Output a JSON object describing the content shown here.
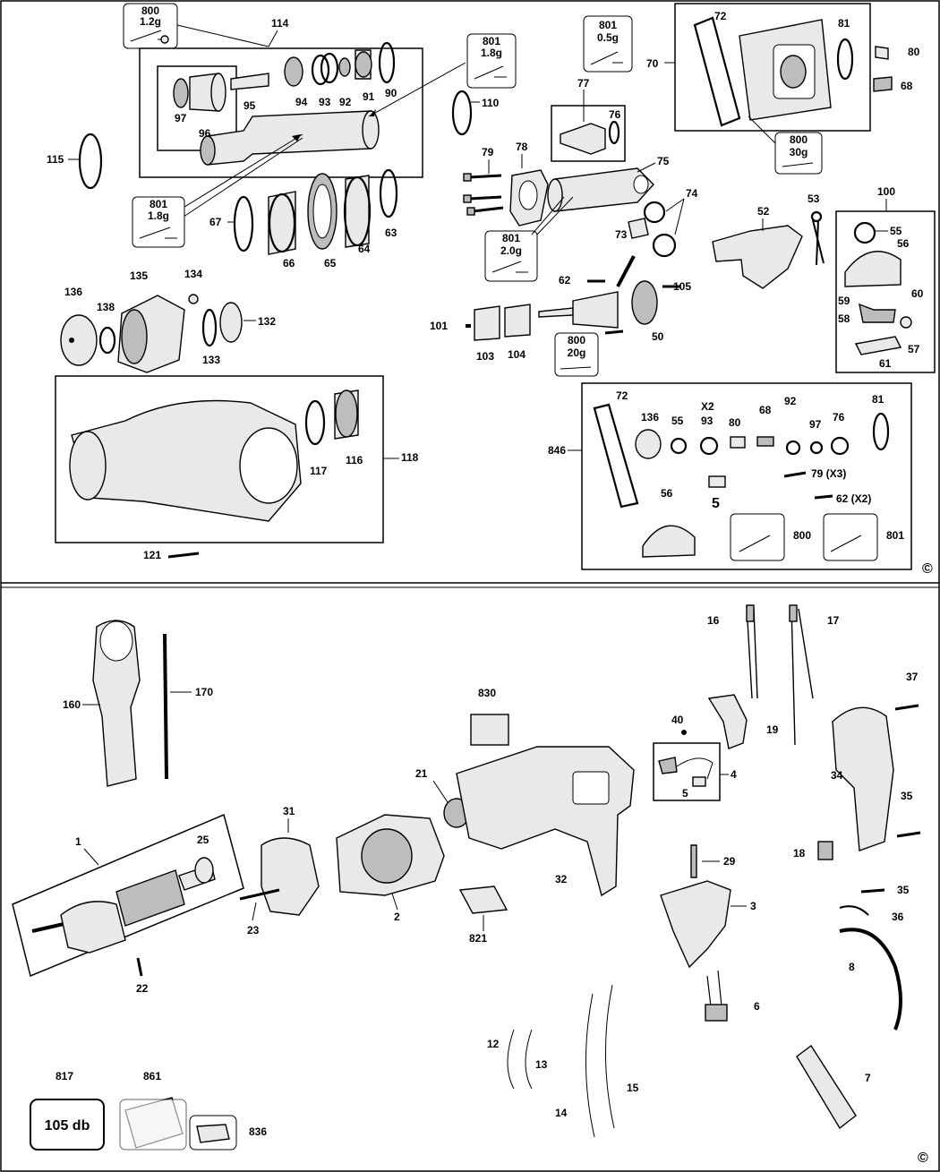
{
  "parts": {
    "p114": "114",
    "p115": "115",
    "p97": "97",
    "p96": "96",
    "p95": "95",
    "p94": "94",
    "p93": "93",
    "p92": "92",
    "p91": "91",
    "p90": "90",
    "p67": "67",
    "p66": "66",
    "p65": "65",
    "p64": "64",
    "p63": "63",
    "p110": "110",
    "p77": "77",
    "p76": "76",
    "p79": "79",
    "p78": "78",
    "p75": "75",
    "p74": "74",
    "p73": "73",
    "p70": "70",
    "p72": "72",
    "p81": "81",
    "p80": "80",
    "p68": "68",
    "p53": "53",
    "p52": "52",
    "p100": "100",
    "p55": "55",
    "p56": "56",
    "p59": "59",
    "p60": "60",
    "p58": "58",
    "p57": "57",
    "p61": "61",
    "p62": "62",
    "p105": "105",
    "p101": "101",
    "p103": "103",
    "p104": "104",
    "p50": "50",
    "p136": "136",
    "p138": "138",
    "p135": "135",
    "p134": "134",
    "p133": "133",
    "p132": "132",
    "p117": "117",
    "p116": "116",
    "p118": "118",
    "p121": "121",
    "p846": "846",
    "k72": "72",
    "k136": "136",
    "k55": "55",
    "k93": "93",
    "k93x": "X2",
    "k80": "80",
    "k68": "68",
    "k92": "92",
    "k97": "97",
    "k76": "76",
    "k81": "81",
    "k79": "79 (X3)",
    "k62": "62 (X2)",
    "k5": "5",
    "k56": "56",
    "k800": "800",
    "k801": "801",
    "p160": "160",
    "p170": "170",
    "p830": "830",
    "p16": "16",
    "p17": "17",
    "p37": "37",
    "p40": "40",
    "p19": "19",
    "p4": "4",
    "p5": "5",
    "p21": "21",
    "p31": "31",
    "p1": "1",
    "p25": "25",
    "p34": "34",
    "p35a": "35",
    "p18": "18",
    "p29": "29",
    "p3": "3",
    "p23": "23",
    "p2": "2",
    "p32": "32",
    "p821": "821",
    "p22": "22",
    "p35b": "35",
    "p36": "36",
    "p8": "8",
    "p6": "6",
    "p12": "12",
    "p13": "13",
    "p15": "15",
    "p14": "14",
    "p7": "7",
    "p817": "817",
    "p861": "861",
    "p836": "836"
  },
  "grease": {
    "g800a": {
      "num": "800",
      "qty": "1.2g"
    },
    "g801a": {
      "num": "801",
      "qty": "0.5g"
    },
    "g801b": {
      "num": "801",
      "qty": "1.8g"
    },
    "g801c": {
      "num": "801",
      "qty": "1.8g"
    },
    "g801d": {
      "num": "801",
      "qty": "2.0g"
    },
    "g800b": {
      "num": "800",
      "qty": "30g"
    },
    "g800c": {
      "num": "800",
      "qty": "20g"
    }
  },
  "noise_label": "105 db",
  "copyright": "©"
}
